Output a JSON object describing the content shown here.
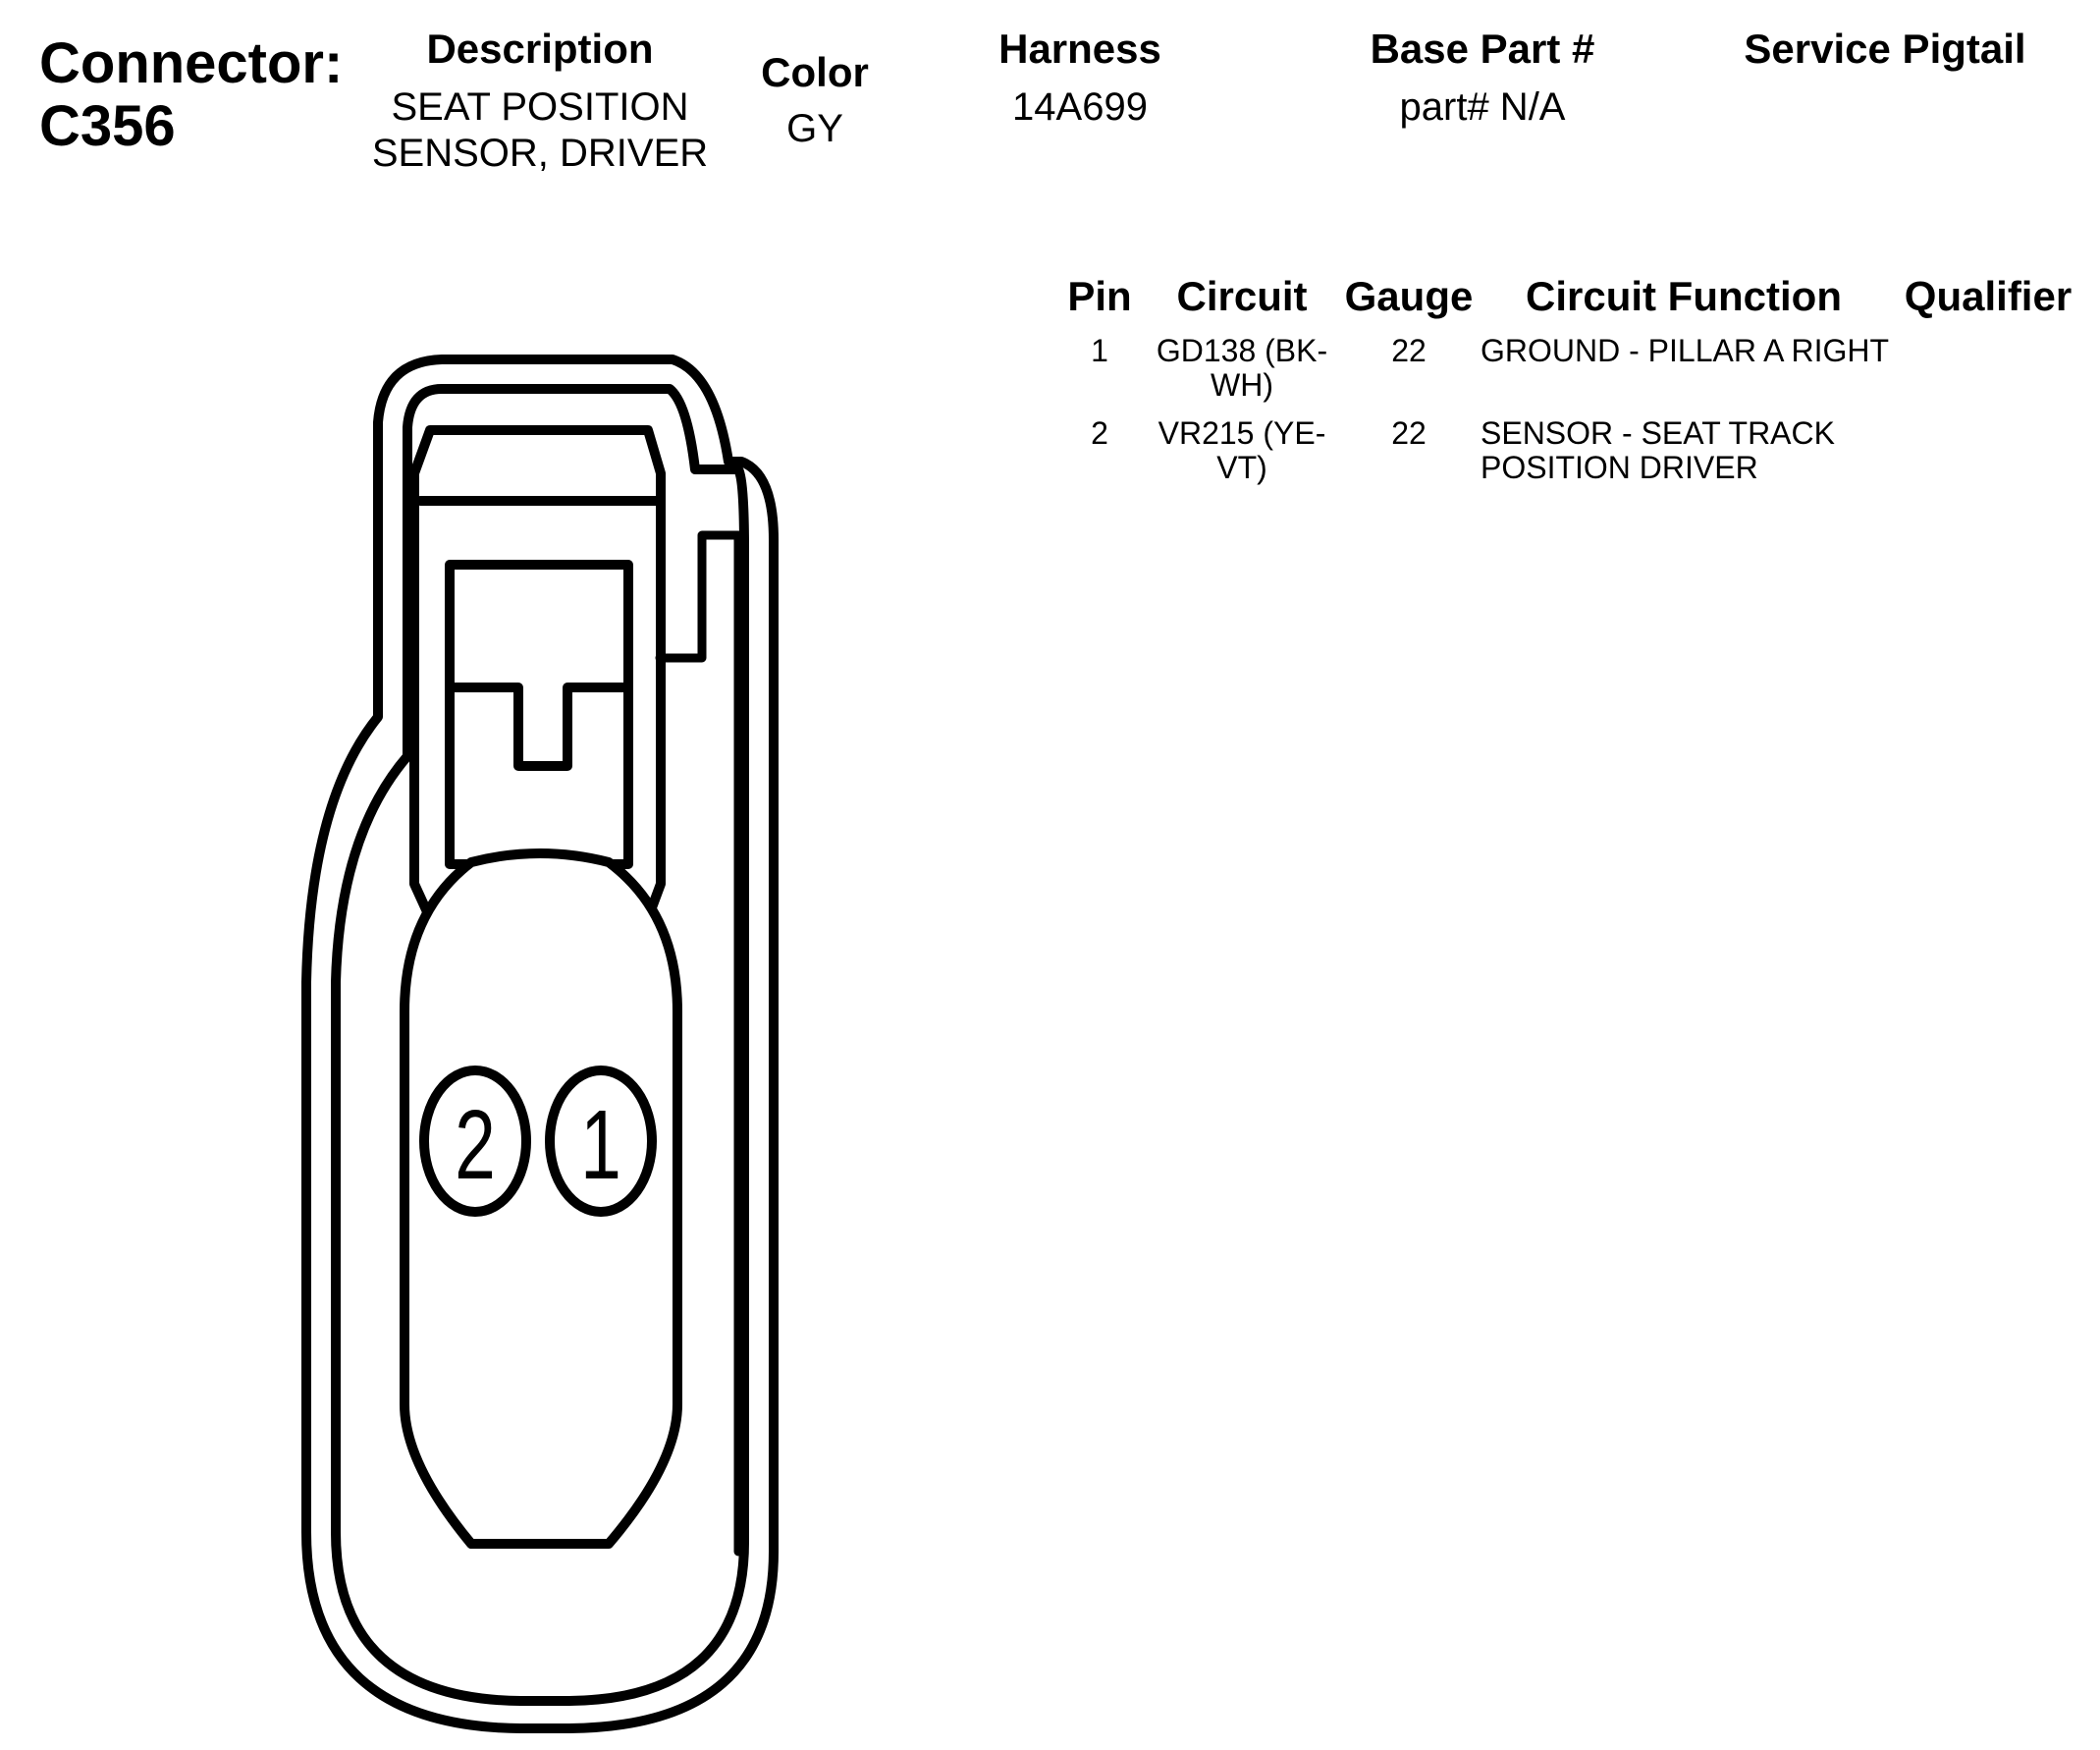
{
  "connector": {
    "label": "Connector:",
    "id": "C356"
  },
  "header": {
    "description": {
      "label": "Description",
      "line1": "SEAT POSITION",
      "line2": "SENSOR, DRIVER"
    },
    "color": {
      "label": "Color",
      "value": "GY"
    },
    "harness": {
      "label": "Harness",
      "value": "14A699"
    },
    "base_part": {
      "label": "Base Part #",
      "value": "part# N/A"
    },
    "service_pigtail": {
      "label": "Service Pigtail",
      "value": ""
    }
  },
  "pin_table": {
    "columns": [
      "Pin",
      "Circuit",
      "Gauge",
      "Circuit Function",
      "Qualifier"
    ],
    "rows": [
      {
        "pin": "1",
        "circuit_line1": "GD138 (BK-",
        "circuit_line2": "WH)",
        "gauge": "22",
        "function_line1": "GROUND - PILLAR A RIGHT",
        "function_line2": "",
        "qualifier": ""
      },
      {
        "pin": "2",
        "circuit_line1": "VR215 (YE-",
        "circuit_line2": "VT)",
        "gauge": "22",
        "function_line1": "SENSOR - SEAT TRACK",
        "function_line2": "POSITION DRIVER",
        "qualifier": ""
      }
    ]
  },
  "diagram": {
    "pin_labels": [
      "2",
      "1"
    ],
    "stroke_color": "#000000",
    "fill_color": "#ffffff"
  }
}
